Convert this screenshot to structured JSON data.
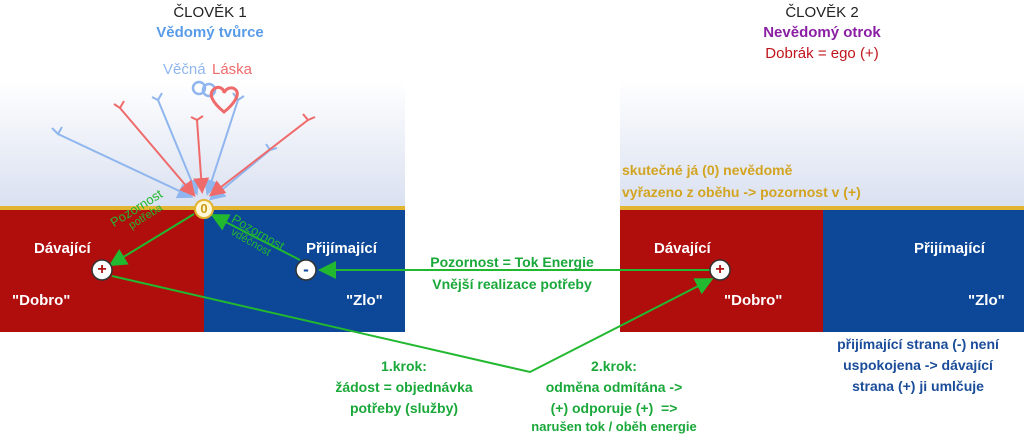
{
  "person1": {
    "title": "ČLOVĚK 1",
    "subtitle": "Vědomý tvůrce",
    "eternal": "Věčná",
    "love": "Láska",
    "zero": "0",
    "giving": "Dávající",
    "receiving": "Přijímající",
    "plus": "+",
    "minus": "-",
    "good": "\"Dobro\"",
    "evil": "\"Zlo\"",
    "attention_need_1": "Pozornost",
    "attention_need_2": "potřeba",
    "attention_gratitude_1": "Pozornost",
    "attention_gratitude_2": "vděčnost"
  },
  "person2": {
    "title": "ČLOVĚK 2",
    "subtitle": "Nevědomý otrok",
    "ego": "Dobrák = ego (+)",
    "true_self_1": "skutečné já (0) nevědomě",
    "true_self_2": "vyřazeno z oběhu -> pozornost v (+)",
    "giving": "Dávající",
    "receiving": "Přijímající",
    "plus": "+",
    "good": "\"Dobro\"",
    "evil": "\"Zlo\"",
    "note_1": "přijímající strana (-) není",
    "note_2": "uspokojena -> dávající",
    "note_3": "strana (+) ji umlčuje"
  },
  "flow": {
    "line1": "Pozornost = Tok Energie",
    "line2": "Vnější realizace potřeby"
  },
  "step1": {
    "l1": "1.krok:",
    "l2": "žádost = objednávka",
    "l3": "potřeby (služby)"
  },
  "step2": {
    "l1": "2.krok:",
    "l2": "odměna odmítána ->",
    "l3": "(+) odporuje (+)  =>",
    "l4": "narušen tok / oběh energie"
  },
  "colors": {
    "red": "#b00d0d",
    "blue": "#0d4798",
    "green": "#22b82f",
    "gold": "#e3b430",
    "light_blue": "#8fb6ee",
    "pink": "#ef6b6b",
    "purple": "#8a1fa3"
  }
}
